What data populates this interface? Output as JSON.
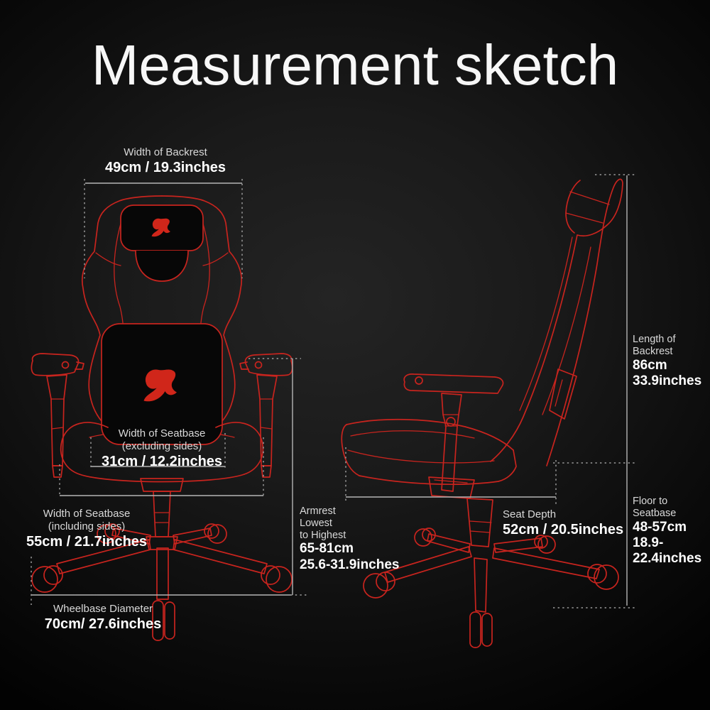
{
  "title": "Measurement sketch",
  "colors": {
    "background": "#141414",
    "artwork_red": "#c8241e",
    "text_primary": "#ffffff",
    "text_secondary": "#d9d9d9",
    "dimension_line": "#b5b5b5"
  },
  "icons": {
    "brand_logo": "swoosh-mark"
  },
  "annotations": {
    "width_of_backrest": {
      "line1": "Width of Backrest",
      "line2": "49cm / 19.3inches"
    },
    "width_of_seatbase_excluding": {
      "line1": "Width of Seatbase",
      "line2": "(excluding sides)",
      "line3": "31cm / 12.2inches"
    },
    "width_of_seatbase_including": {
      "line1": "Width of Seatbase",
      "line2": "(including sides)",
      "line3": "55cm / 21.7inches"
    },
    "wheelbase_diameter": {
      "line1": "Wheelbase Diameter",
      "line2": "70cm/ 27.6inches"
    },
    "armrest_lowest_to_highest": {
      "line1": "Armrest",
      "line2": "Lowest",
      "line3": "to Highest",
      "line4": "65-81cm",
      "line5": "25.6-31.9inches"
    },
    "length_of_backrest": {
      "line1": "Length of",
      "line2": "Backrest",
      "line3": "86cm",
      "line4": "33.9inches"
    },
    "seat_depth": {
      "line1": "Seat Depth",
      "line2": "52cm / 20.5inches"
    },
    "floor_to_seatbase": {
      "line1": "Floor to",
      "line2": "Seatbase",
      "line3": "48-57cm",
      "line4": "18.9-22.4inches"
    }
  }
}
